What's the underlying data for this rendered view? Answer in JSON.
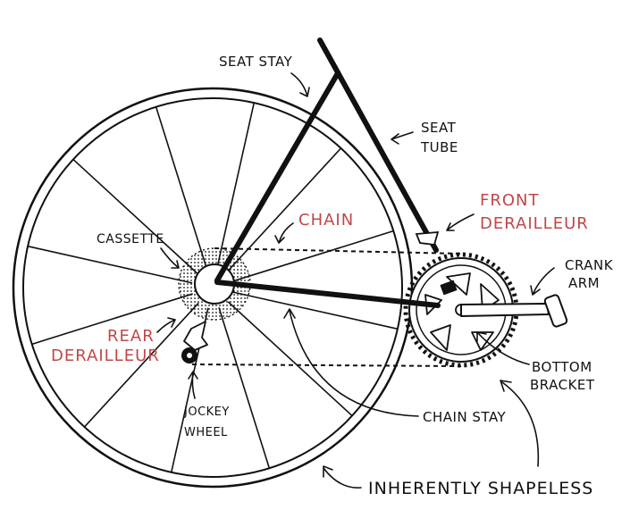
{
  "labels": {
    "seat_stay": "SEAT STAY",
    "seat_tube_1": "SEAT",
    "seat_tube_2": "TUBE",
    "chain": "CHAIN",
    "front_derailleur_1": "FRONT",
    "front_derailleur_2": "DERAILLEUR",
    "crank_arm_1": "CRANK",
    "crank_arm_2": "ARM",
    "cassette": "CASSETTE",
    "rear_derailleur_1": "REAR",
    "rear_derailleur_2": "DERAILLEUR",
    "bottom_bracket_1": "BOTTOM",
    "bottom_bracket_2": "BRACKET",
    "jockey_wheel_1": "JOCKEY",
    "jockey_wheel_2": "WHEEL",
    "chain_stay": "CHAIN STAY",
    "inherently_shapeless": "INHERENTLY SHAPELESS"
  },
  "colors": {
    "ink": "#111111",
    "highlight": "#c0474a",
    "background": "#ffffff"
  },
  "highlighted_parts": [
    "CHAIN",
    "FRONT DERAILLEUR",
    "REAR DERAILLEUR"
  ]
}
